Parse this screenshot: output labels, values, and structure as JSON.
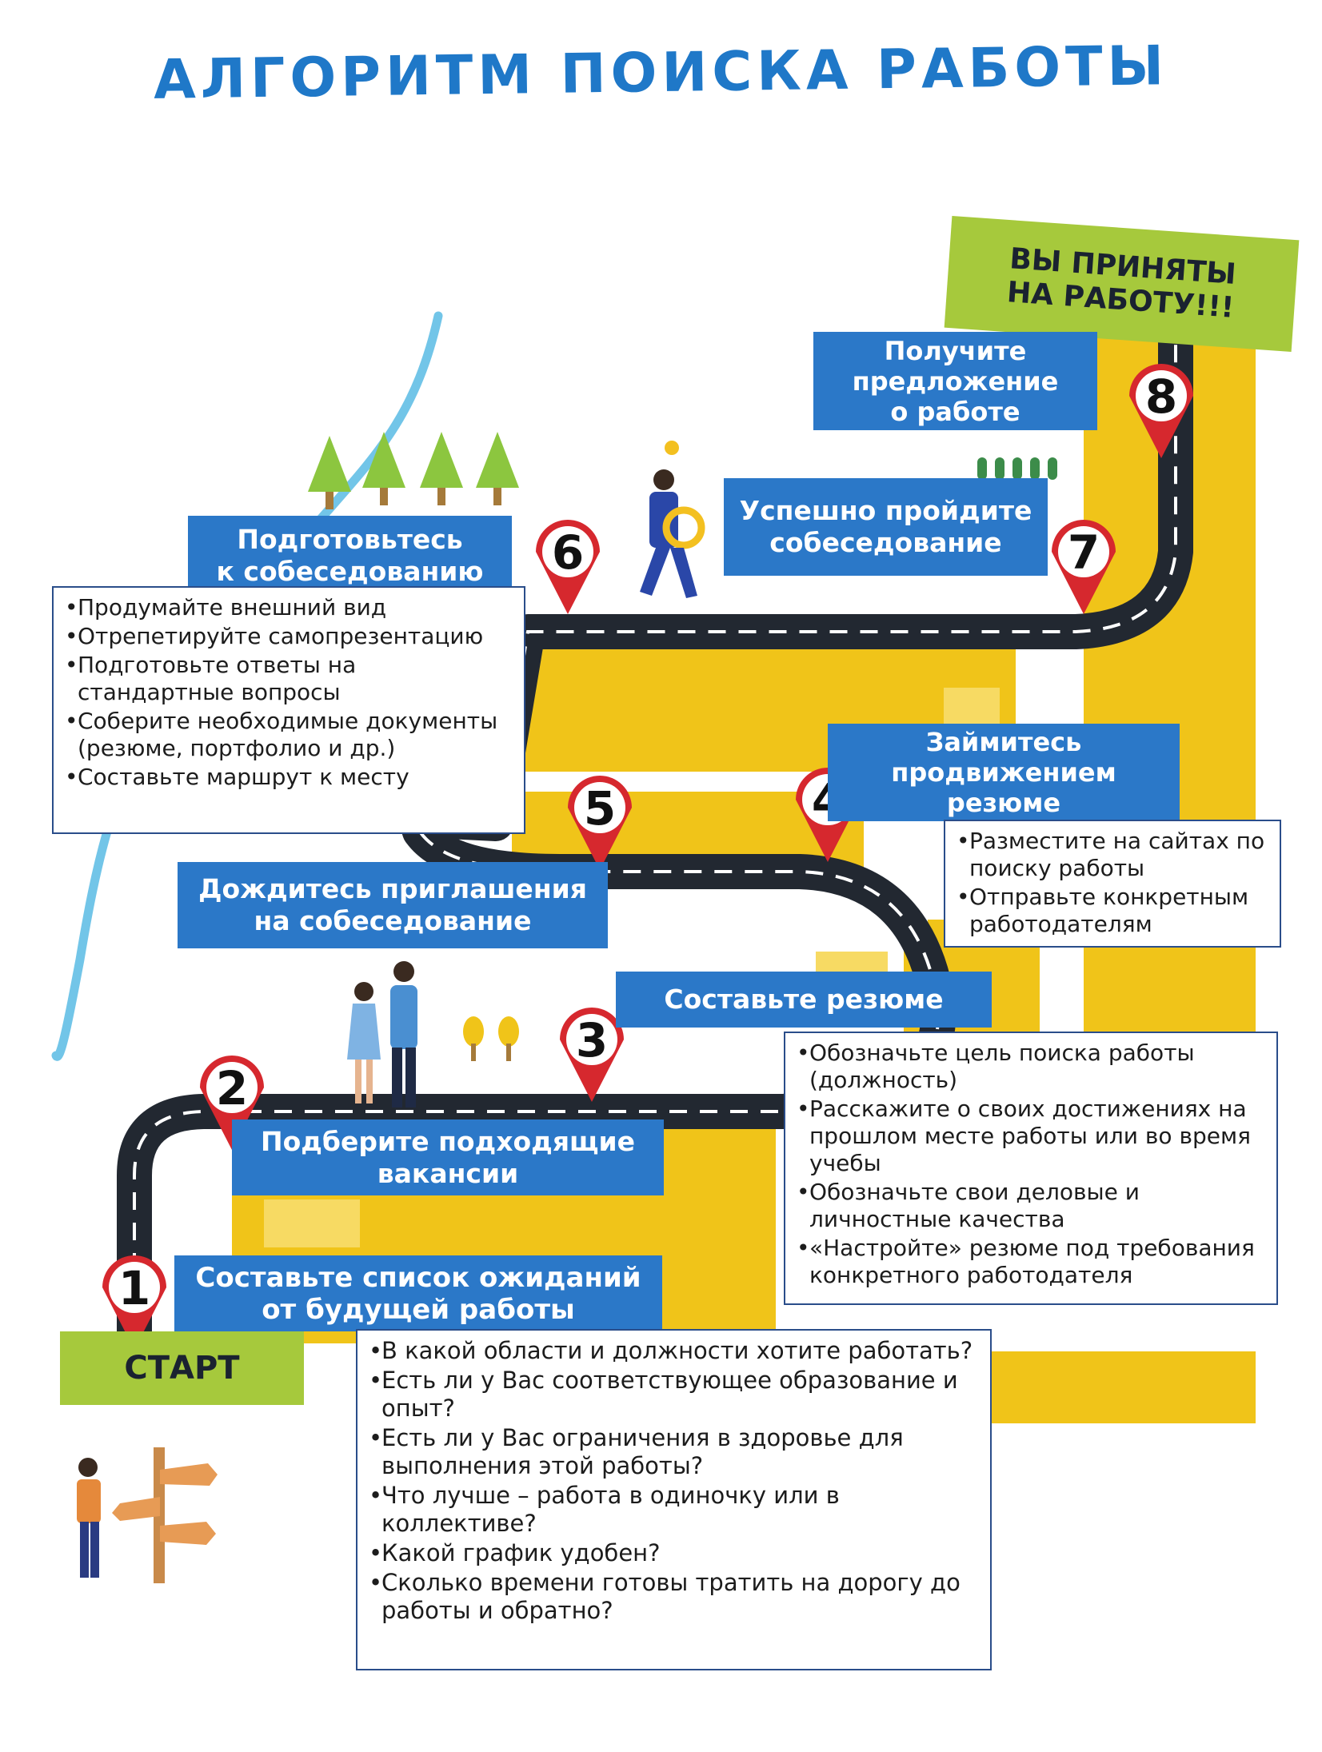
{
  "title": "АЛГОРИТМ ПОИСКА РАБОТЫ",
  "start_label": "СТАРТ",
  "finish_label": "ВЫ ПРИНЯТЫ\nНА РАБОТУ!!!",
  "steps": [
    {
      "number": "1",
      "label": "Составьте список ожиданий\nот будущей работы",
      "bullets": [
        "В какой области и должности хотите работать?",
        "Есть ли у Вас соответствующее образование и опыт?",
        "Есть ли у Вас ограничения в здоровье для выполнения этой работы?",
        "Что лучше – работа в одиночку или в коллективе?",
        "Какой график удобен?",
        "Сколько времени готовы тратить на дорогу до работы и обратно?"
      ]
    },
    {
      "number": "2",
      "label": "Подберите подходящие\nвакансии",
      "bullets": []
    },
    {
      "number": "3",
      "label": "Составьте резюме",
      "bullets": [
        "Обозначьте цель поиска работы (должность)",
        "Расскажите о своих достижениях на прошлом месте работы или во время учебы",
        "Обозначьте свои деловые и личностные качества",
        "«Настройте» резюме под требования конкретного работодателя"
      ]
    },
    {
      "number": "4",
      "label": "Займитесь\nпродвижением\nрезюме",
      "bullets": [
        "Разместите на сайтах по поиску работы",
        "Отправьте конкретным работодателям"
      ]
    },
    {
      "number": "5",
      "label": "Дождитесь приглашения\nна собеседование",
      "bullets": []
    },
    {
      "number": "6",
      "label": "Подготовьтесь\nк собеседованию",
      "bullets": [
        "Продумайте внешний вид",
        "Отрепетируйте самопрезентацию",
        "Подготовьте ответы на стандартные вопросы",
        "Соберите необходимые документы (резюме, портфолио и др.)",
        "Составьте маршрут к месту"
      ]
    },
    {
      "number": "7",
      "label": "Успешно пройдите\nсобеседование",
      "bullets": []
    },
    {
      "number": "8",
      "label": "Получите\nпредложение\nо работе",
      "bullets": []
    }
  ],
  "colors": {
    "accent_blue": "#2b78c8",
    "road": "#222831",
    "yellow": "#f0c419",
    "green": "#a6c93c",
    "pin_red": "#d6282e"
  }
}
